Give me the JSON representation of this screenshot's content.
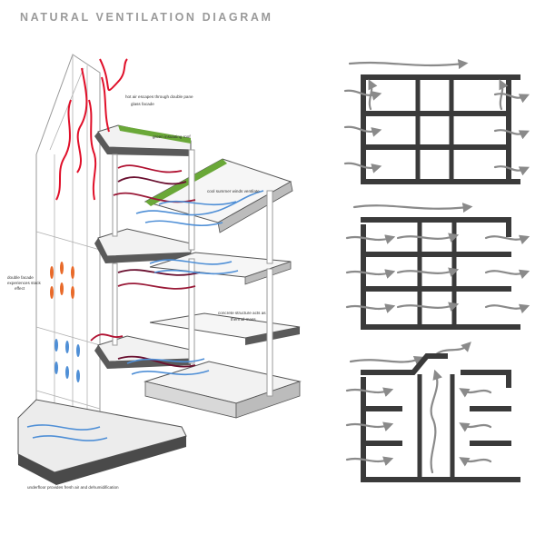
{
  "title": "NATURAL VENTILATION DIAGRAM",
  "colors": {
    "hot_air": "#e0102a",
    "warm_air": "#5a1030",
    "cool_air": "#4f8fd6",
    "green_roof": "#6aa838",
    "structure": "#3a3a3a",
    "arrow": "#8a8a8a"
  },
  "annotations": {
    "hot_air_1": "hot air escapes through double pane",
    "hot_air_2": "glass facade",
    "green_roof": "green insulating roof",
    "cool_wind": "cool summer winds ventilate",
    "double_facade_1": "double facade",
    "double_facade_2": "experiences stack",
    "double_facade_3": "effect",
    "concrete_1": "concrete structure acts as",
    "concrete_2": "thermal mass",
    "underfloor": "underfloor provides fresh air and dehumidification"
  }
}
